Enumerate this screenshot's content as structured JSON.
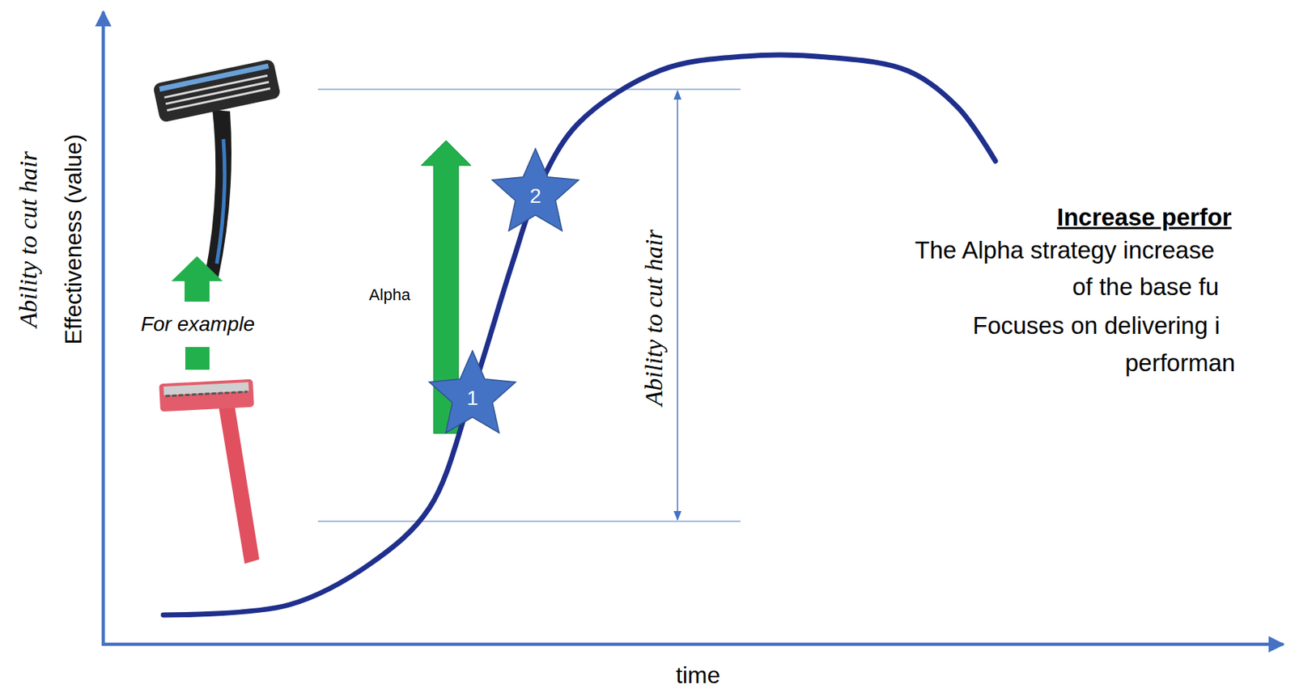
{
  "diagram": {
    "nodes": [
      {
        "text": [
          "1"
        ]
      },
      {
        "text": [
          "2"
        ]
      }
    ],
    "labels": [
      "Ability to cut hair",
      "Effectiveness (value)",
      "For example",
      "Alpha",
      "Ability to cut hair",
      "time",
      "Increase perfor",
      "The Alpha strategy increase",
      "of the base fu",
      "Focuses on delivering i",
      "performan"
    ]
  }
}
